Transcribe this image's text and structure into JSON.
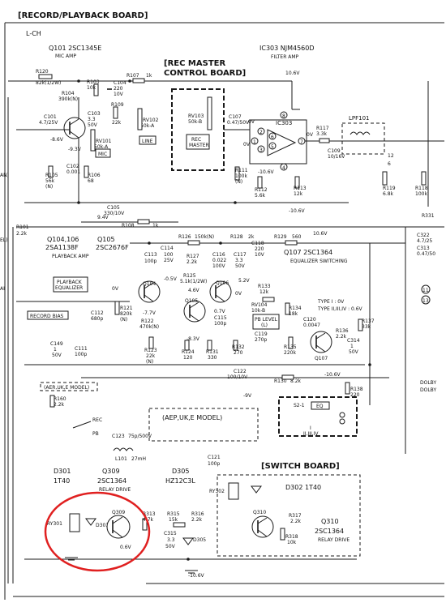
{
  "header": {
    "title": "[RECORD/PLAYBACK BOARD]",
    "channel": "L-CH"
  },
  "switch_board_title": "[SWITCH BOARD]",
  "rec_master_board_title": [
    "[REC MASTER",
    "CONTROL BOARD]"
  ],
  "sections": {
    "q101": {
      "ref": "Q101 2SC1345E",
      "func": "MIC AMP"
    },
    "ic303": {
      "ref": "IC303 NJM4560D",
      "func": "FILTER AMP",
      "name": "IC303"
    },
    "q104": {
      "ref": "Q104,106",
      "part": "2SA1138F",
      "func": "PLAYBACK AMP"
    },
    "q105": {
      "ref": "Q105",
      "part": "2SC2676F"
    },
    "q107": {
      "ref": "Q107 2SC1364",
      "func": "EQUALIZER SWITCHING"
    },
    "d301": {
      "ref": "D301",
      "part": "1T40"
    },
    "q309": {
      "ref": "Q309",
      "part": "2SC1364",
      "func": "RELAY DRIVE"
    },
    "d305": {
      "ref": "D305",
      "part": "HZ12C3L"
    },
    "d302": {
      "ref": "D302 1T40"
    },
    "q310": {
      "ref": "Q310",
      "part": "2SC1364",
      "func": "RELAY DRIVE"
    },
    "lpf101": "LPF101"
  },
  "boxed_labels": {
    "mic": "MIC",
    "line": "LINE",
    "rec_master": [
      "REC",
      "MASTER"
    ],
    "playback_equalizer": [
      "PLAYBACK",
      "EQUALIZER"
    ],
    "record_bias": "RECORD BIAS",
    "pb_level": [
      "PB LEVEL",
      "(L)"
    ],
    "s2_eq": [
      "S2-1",
      "EQ"
    ],
    "aeruk_model_1": "(AER,UK,E MODEL)",
    "aeruk_model_2": "(AEP,UK,E MODEL)",
    "rec": "REC",
    "pb": "PB"
  },
  "components": {
    "r120": [
      "R120",
      "82k(1/2W)"
    ],
    "r103": [
      "R103",
      "10k"
    ],
    "c104": [
      "C104",
      "220",
      "10V"
    ],
    "r107": [
      "R107",
      "1k"
    ],
    "r104": [
      "R104",
      "390k(N)"
    ],
    "c103": [
      "C103",
      "3.3",
      "50V"
    ],
    "r109": [
      "R109",
      "22k"
    ],
    "rv102": [
      "RV102",
      "50k-A"
    ],
    "rv101": [
      "RV101",
      "50k-A"
    ],
    "rv103": [
      "RV103",
      "50k-B"
    ],
    "c107": [
      "C107",
      "0.47/50V"
    ],
    "r117": [
      "R117",
      "3.3k"
    ],
    "c101": [
      "C101",
      "4.7/25V"
    ],
    "c102": [
      "C102",
      "0.001"
    ],
    "r105": [
      "R105",
      "56k",
      "(N)"
    ],
    "r106": [
      "R106",
      "68"
    ],
    "c105": [
      "C105",
      "330/10V"
    ],
    "r108": [
      "R108",
      "1k"
    ],
    "r111": [
      "R111",
      "100k",
      "(N)"
    ],
    "r112": [
      "R112",
      "5.6k"
    ],
    "r113": [
      "R113",
      "12k"
    ],
    "c109": [
      "C109",
      "10/16V"
    ],
    "r119": [
      "R119",
      "6.8k"
    ],
    "r118": [
      "R118",
      "100k"
    ],
    "r101": [
      "R101",
      "2.2k"
    ],
    "r126": [
      "R126",
      "150k(N)"
    ],
    "c114": [
      "C114",
      "100",
      "25V"
    ],
    "c113": [
      "C113",
      "100p"
    ],
    "r127": [
      "R127",
      "2.2k"
    ],
    "c116": [
      "C116",
      "0.022",
      "100V"
    ],
    "c117": [
      "C117",
      "3.3",
      "50V"
    ],
    "r128": [
      "R128",
      "2k"
    ],
    "c118": [
      "C118",
      "220",
      "10V"
    ],
    "r129": [
      "R129",
      "560"
    ],
    "r125": [
      "R125",
      "5.1k(1/2W)"
    ],
    "r121": [
      "R121",
      "820k",
      "(N)"
    ],
    "c112": [
      "C112",
      "680p"
    ],
    "r122": [
      "R122",
      "470k(N)"
    ],
    "c115": [
      "C115",
      "100p"
    ],
    "r133": [
      "R133",
      "12k"
    ],
    "r134": [
      "R134",
      "18k"
    ],
    "c120": [
      "C120",
      "0.0047"
    ],
    "rv104": [
      "RV104",
      "10k-B"
    ],
    "c119": [
      "C119",
      "270p"
    ],
    "r135": [
      "R135",
      "220k"
    ],
    "r136": [
      "R136",
      "2.2k"
    ],
    "r137": [
      "R137",
      "33k"
    ],
    "c314": [
      "C314",
      "1",
      "50V"
    ],
    "r123": [
      "R123",
      "22k",
      "(N)"
    ],
    "r124": [
      "R124",
      "120"
    ],
    "r131": [
      "R131",
      "330"
    ],
    "r132": [
      "R132",
      "270"
    ],
    "c149": [
      "C149",
      "1",
      "50V"
    ],
    "c111": [
      "C111",
      "100p"
    ],
    "c122": [
      "C122",
      "100/10V"
    ],
    "r130": [
      "R130",
      "8.2k"
    ],
    "r138": [
      "R138",
      "220"
    ],
    "r160": [
      "R160",
      "2.2k"
    ],
    "c123": [
      "C123",
      "75p/500V"
    ],
    "l101": [
      "L101",
      "27mH"
    ],
    "c121": [
      "C121",
      "100p"
    ],
    "ry302": "RY302",
    "ry301": "RY301",
    "r313": [
      "R313",
      "4.7k"
    ],
    "r315": [
      "R315",
      "15k"
    ],
    "c315": [
      "C315",
      "3.3",
      "50V"
    ],
    "r316": [
      "R316",
      "2.2k"
    ],
    "r317": [
      "R317",
      "2.2k"
    ],
    "r318": [
      "R318",
      "10k"
    ],
    "r331": "R331",
    "c322": [
      "C322",
      "4.7/25"
    ],
    "c313": [
      "C313",
      "0.47/50"
    ]
  },
  "voltages": {
    "v_106_top": "10.6V",
    "v_86": "-8.6V",
    "v_93": "-9.3V",
    "v_94": "9.4V",
    "v_0_ic_a": "0V",
    "v_0_ic_b": "0V",
    "v_0_ic_c": "0V",
    "v_106_ic": "-10.6V",
    "v_106_mid": "-10.6V",
    "v_106_pb": "10.6V",
    "v_05": "-0.5V",
    "v_77": "-7.7V",
    "v_07": "0.7V",
    "v_46": "4.6V",
    "v_52": "5.2V",
    "v_0_pb": "0V",
    "v_0_pb2": "0V",
    "v_83": "-8.3V",
    "v_106_low": "-10.6V",
    "v_9": "-9V",
    "v_106_bot": "-10.6V",
    "v_06": "0.6V",
    "type1": "TYPE I : 0V",
    "type2": "TYPE II,III,IV : 0.6V",
    "eq_pos": [
      "I",
      "II,III,IV"
    ],
    "ic_pins": [
      "8",
      "2",
      "3",
      "1",
      "4",
      "7",
      "5",
      "6"
    ]
  },
  "edge_labels": {
    "an": "AN)",
    "el": "EL)",
    "ai": "AI",
    "dolby1": "DOLBY",
    "dolby2": "DOLBY",
    "pin11": "11",
    "pin13": "13",
    "n12": "12",
    "n6": "6"
  },
  "colors": {
    "ink": "#1a1a1a",
    "annotation_circle": "#e02020",
    "paper": "#ffffff"
  }
}
